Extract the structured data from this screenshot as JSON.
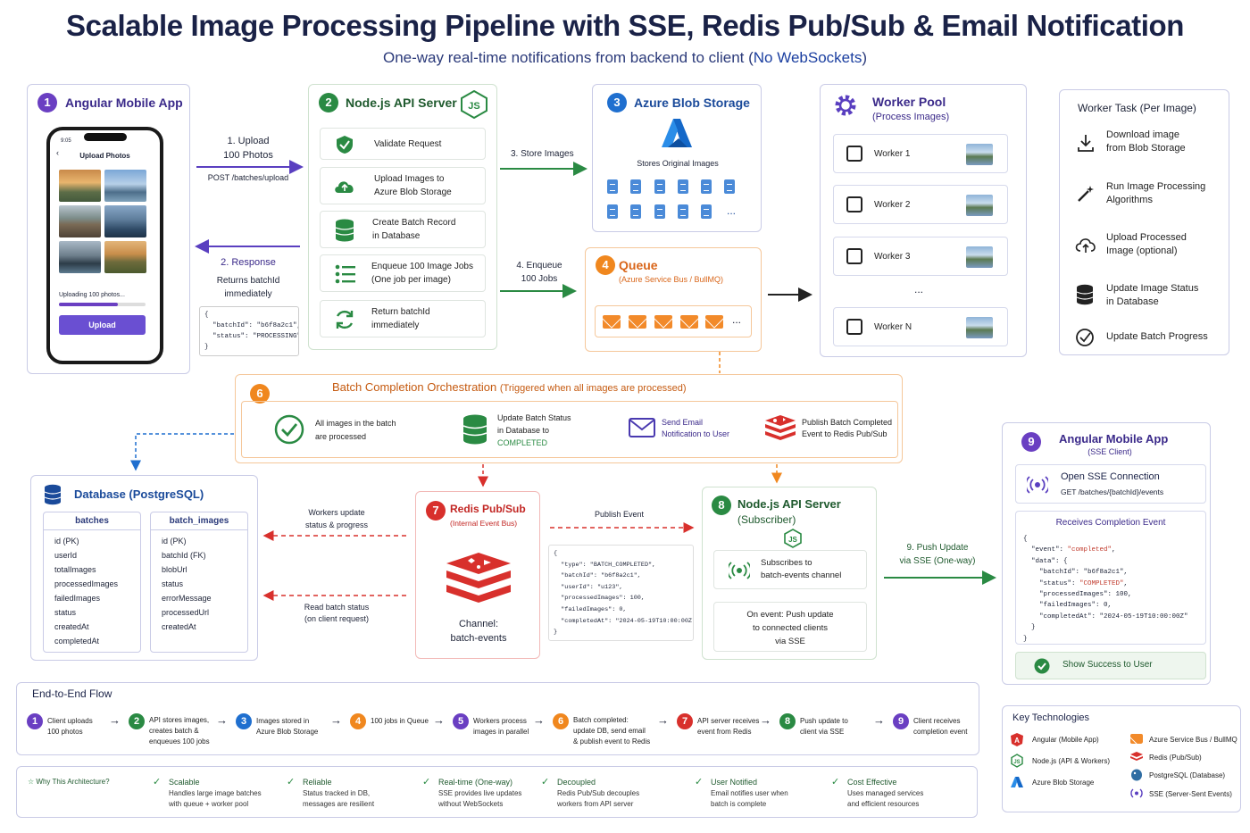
{
  "title": "Scalable Image Processing Pipeline with SSE, Redis Pub/Sub & Email Notification",
  "subtitle_pre": "One-way real-time notifications from backend to client (",
  "subtitle_hl": "No WebSockets",
  "subtitle_post": ")",
  "colors": {
    "purple": "#6a3fc2",
    "green": "#2a8a43",
    "blue": "#1f6fcf",
    "orange": "#f0871e",
    "red": "#d8302c",
    "navy": "#1a2247"
  },
  "s1": {
    "num": "1",
    "title": "Angular Mobile App",
    "phone_time": "9:05",
    "phone_header": "Upload Photos",
    "uploading": "Uploading 100 photos...",
    "upload_btn": "Upload"
  },
  "a1": {
    "title": "1. Upload\n100 Photos",
    "sub": "POST /batches/upload"
  },
  "a2": {
    "title": "2. Response",
    "sub": "Returns batchId\nimmediately"
  },
  "resp_json": "{\n  \"batchId\": \"b6f8a2c1\",\n  \"status\": \"PROCESSING\"\n}",
  "s2": {
    "num": "2",
    "title": "Node.js API Server",
    "items": [
      "Validate Request",
      "Upload Images to\nAzure Blob Storage",
      "Create Batch Record\nin Database",
      "Enqueue 100 Image Jobs\n(One job per image)",
      "Return batchId\nimmediately"
    ]
  },
  "a3": "3. Store Images",
  "a4": "4. Enqueue\n100 Jobs",
  "s3": {
    "num": "3",
    "title": "Azure Blob Storage",
    "sub": "Stores Original Images",
    "more": "..."
  },
  "s4": {
    "num": "4",
    "title": "Queue",
    "sub": "(Azure Service Bus / BullMQ)",
    "more": "..."
  },
  "pool": {
    "title": "Worker Pool",
    "sub": "(Process Images)",
    "workers": [
      "Worker 1",
      "Worker 2",
      "Worker 3",
      "Worker N"
    ],
    "dots": "..."
  },
  "task": {
    "title": "Worker Task (Per Image)",
    "steps": [
      "Download image\nfrom Blob Storage",
      "Run Image Processing\nAlgorithms",
      "Upload Processed\nImage (optional)",
      "Update Image Status\nin Database",
      "Update Batch Progress"
    ]
  },
  "s6": {
    "num": "6",
    "title": "Batch Completion Orchestration",
    "title_sub": "(Triggered when all images are processed)",
    "steps": [
      "All images in the batch\nare processed",
      "Update Batch Status\nin Database to",
      "Send Email\nNotification to User",
      "Publish Batch Completed\nEvent to Redis Pub/Sub"
    ],
    "completed": "COMPLETED"
  },
  "db": {
    "title": "Database (PostgreSQL)",
    "t1": {
      "name": "batches",
      "cols": [
        "id (PK)",
        "userId",
        "totalImages",
        "processedImages",
        "failedImages",
        "status",
        "createdAt",
        "completedAt"
      ]
    },
    "t2": {
      "name": "batch_images",
      "cols": [
        "id (PK)",
        "batchId (FK)",
        "blobUrl",
        "status",
        "errorMessage",
        "processedUrl",
        "createdAt"
      ]
    }
  },
  "w_update": "Workers update\nstatus & progress",
  "read_status": "Read batch status\n(on client request)",
  "s7": {
    "num": "7",
    "title": "Redis Pub/Sub",
    "sub": "(Internal Event Bus)",
    "channel_label": "Channel:",
    "channel": "batch-events"
  },
  "publish_event": "Publish Event",
  "event_json": "{\n  \"type\": \"BATCH_COMPLETED\",\n  \"batchId\": \"b6f8a2c1\",\n  \"userId\": \"u123\",\n  \"processedImages\": 100,\n  \"failedImages\": 0,\n  \"completedAt\": \"2024-05-19T10:00:00Z\"\n}",
  "s8": {
    "num": "8",
    "title": "Node.js API Server",
    "sub": "(Subscriber)",
    "sub_box": "Subscribes to\nbatch-events channel",
    "on_event": "On event: Push update\nto connected clients\nvia SSE"
  },
  "a9": "9. Push Update\nvia SSE (One-way)",
  "s9": {
    "num": "9",
    "title": "Angular Mobile App",
    "sub": "(SSE Client)",
    "open": "Open SSE Connection",
    "open_sub": "GET /batches/{batchId}/events",
    "receives": "Receives Completion Event",
    "success": "Show Success to User"
  },
  "sse_json": {
    "l1": "{",
    "l2k": "  \"event\": ",
    "l2v": "\"completed\"",
    "l3": "  \"data\": {",
    "l4": "    \"batchId\": \"b6f8a2c1\",",
    "l5k": "    \"status\": ",
    "l5v": "\"COMPLETED\"",
    "l6": "    \"processedImages\": 100,",
    "l7": "    \"failedImages\": 0,",
    "l8": "    \"completedAt\": \"2024-05-19T10:00:00Z\"",
    "l9": "  }",
    "l10": "}"
  },
  "flow": {
    "title": "End-to-End Flow",
    "steps": [
      {
        "n": "1",
        "t": "Client uploads\n100 photos"
      },
      {
        "n": "2",
        "t": "API stores images,\ncreates batch &\nenqueues 100 jobs"
      },
      {
        "n": "3",
        "t": "Images stored in\nAzure Blob Storage"
      },
      {
        "n": "4",
        "t": "100 jobs in Queue"
      },
      {
        "n": "5",
        "t": "Workers process\nimages in parallel"
      },
      {
        "n": "6",
        "t": "Batch completed:\nupdate DB, send email\n& publish event to Redis"
      },
      {
        "n": "7",
        "t": "API server receives\nevent from Redis"
      },
      {
        "n": "8",
        "t": "Push update to\nclient via SSE"
      },
      {
        "n": "9",
        "t": "Client receives\ncompletion event"
      }
    ]
  },
  "why": {
    "title": "Why This Architecture?",
    "items": [
      {
        "h": "Scalable",
        "t": "Handles large image batches\nwith queue + worker pool"
      },
      {
        "h": "Reliable",
        "t": "Status tracked in DB,\nmessages are resilient"
      },
      {
        "h": "Real-time (One-way)",
        "t": "SSE provides live updates\nwithout WebSockets"
      },
      {
        "h": "Decoupled",
        "t": "Redis Pub/Sub decouples\nworkers from API server"
      },
      {
        "h": "User Notified",
        "t": "Email notifies user when\nbatch is complete"
      },
      {
        "h": "Cost Effective",
        "t": "Uses managed services\nand efficient resources"
      }
    ]
  },
  "keytech": {
    "title": "Key Technologies",
    "items": [
      "Angular (Mobile App)",
      "Node.js (API & Workers)",
      "Azure Blob Storage",
      "Azure Service Bus / BullMQ",
      "Redis (Pub/Sub)",
      "PostgreSQL (Database)",
      "SSE (Server-Sent Events)"
    ]
  }
}
